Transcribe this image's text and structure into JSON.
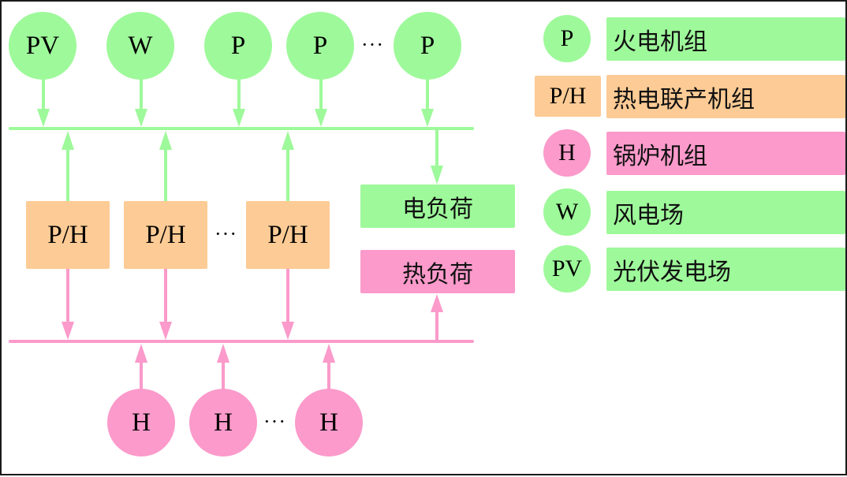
{
  "colors": {
    "electric": "#9ef99a",
    "chp": "#fdcb95",
    "heat": "#fb9acb",
    "border": "#1a1a1a"
  },
  "diagram": {
    "top_sources": [
      {
        "label": "PV",
        "type": "photovoltaic"
      },
      {
        "label": "W",
        "type": "wind"
      },
      {
        "label": "P",
        "type": "thermal"
      },
      {
        "label": "P",
        "type": "thermal"
      },
      {
        "label": "P",
        "type": "thermal"
      }
    ],
    "top_ellipsis": "···",
    "chp_units": [
      {
        "label": "P/H"
      },
      {
        "label": "P/H"
      },
      {
        "label": "P/H"
      }
    ],
    "chp_ellipsis": "···",
    "boilers": [
      {
        "label": "H"
      },
      {
        "label": "H"
      },
      {
        "label": "H"
      }
    ],
    "boiler_ellipsis": "···",
    "loads": {
      "electric": "电负荷",
      "heat": "热负荷"
    },
    "buses": {
      "electric": "electric-bus",
      "heat": "heat-bus"
    }
  },
  "legend": [
    {
      "symbol": "P",
      "shape": "circle",
      "color": "electric",
      "label": "火电机组"
    },
    {
      "symbol": "P/H",
      "shape": "box",
      "color": "chp",
      "label": "热电联产机组"
    },
    {
      "symbol": "H",
      "shape": "circle",
      "color": "heat",
      "label": "锅炉机组"
    },
    {
      "symbol": "W",
      "shape": "circle",
      "color": "electric",
      "label": "风电场"
    },
    {
      "symbol": "PV",
      "shape": "circle",
      "color": "electric",
      "label": "光伏发电场"
    }
  ]
}
